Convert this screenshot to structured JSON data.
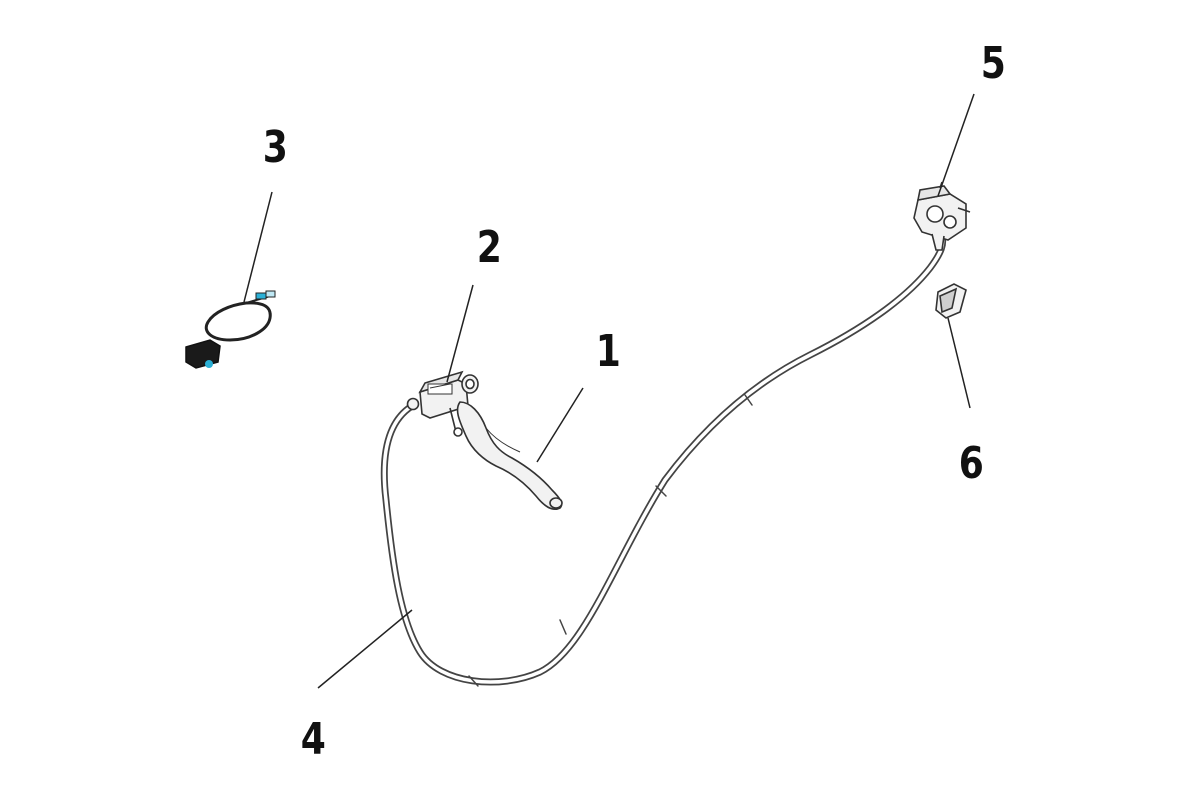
{
  "callouts": [
    {
      "id": "1",
      "label": "1"
    },
    {
      "id": "2",
      "label": "2"
    },
    {
      "id": "3",
      "label": "3"
    },
    {
      "id": "4",
      "label": "4"
    },
    {
      "id": "5",
      "label": "5"
    },
    {
      "id": "6",
      "label": "6"
    }
  ],
  "colors": {
    "background": "#ffffff",
    "line": "#333333",
    "part_fill": "#f2f2f2",
    "switch_body": "#1a1a1a",
    "connector_accent": "#2bb0d6"
  }
}
